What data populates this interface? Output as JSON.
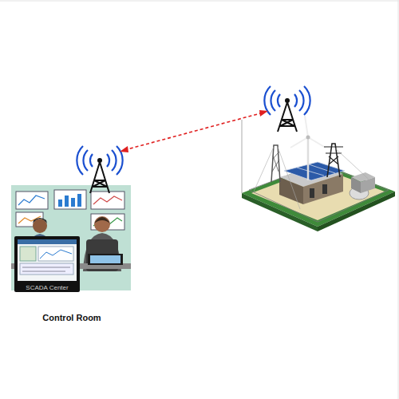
{
  "diagram": {
    "nodes": [
      {
        "text": [
          "Control Room"
        ]
      },
      {
        "text": [
          "SCADA Center"
        ],
        "in": 0
      }
    ]
  }
}
